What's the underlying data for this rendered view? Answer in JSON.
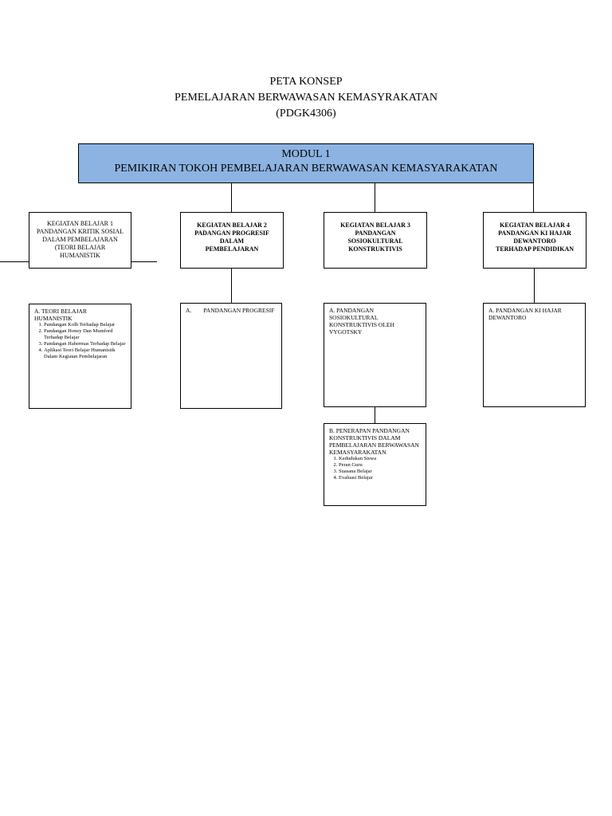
{
  "title": {
    "line1": "PETA KONSEP",
    "line2": "PEMELAJARAN BERWAWASAN  KEMASYRAKATAN",
    "line3": "(PDGK4306)"
  },
  "modul": {
    "line1": "MODUL 1",
    "line2": "PEMIKIRAN TOKOH PEMBELAJARAN BERWAWASAN KEMASYARAKATAN",
    "color": "#8db3e2"
  },
  "kegiatan": [
    {
      "lines": [
        "KEGIATAN BELAJAR 1",
        "PANDANGAN KRITIK SOSIAL",
        "DALAM PEMBELAJARAN",
        "(TEORI BELAJAR",
        "HUMANISTIK"
      ]
    },
    {
      "lines": [
        "KEGIATAN BELAJAR 2",
        "PADANGAN PROGRESIF",
        "DALAM",
        "PEMBELAJARAN"
      ]
    },
    {
      "lines": [
        "KEGIATAN BELAJAR 3",
        "PANDANGAN",
        "SOSIOKULTURAL",
        "KONSTRUKTIVIS"
      ]
    },
    {
      "lines": [
        "KEGIATAN BELAJAR 4",
        "PANDANGAN KI HAJAR",
        "DEWANTORO",
        "TERHADAP PENDIDIKAN"
      ]
    }
  ],
  "content": {
    "kb1": {
      "heading": "A. TEORI BELAJAR HUMANISTIK",
      "items": [
        "Pandangan Kolb Terhadap Belajar",
        "Pandangan Honey Dan Mumford Terhadap Belajar",
        "Pandangan Habermas Terhadap Belajar",
        "Aplikasi Teori Belajar Humanistik Dalam Kegiatan Pembelajaran"
      ]
    },
    "kb2": {
      "heading": "A.        PANDANGAN PROGRESIF"
    },
    "kb3a": {
      "heading": "A. PANDANGAN SOSIOKULTURAL KONSTRUKTIVIS OLEH VYGOTSKY"
    },
    "kb3b": {
      "heading": "B. PENERAPAN PANDANGAN KONSTRUKTIVIS DALAM PEMBELAJARAN BERWAWASAN KEMASYARAKATAN",
      "items": [
        "Kedudukan Siswa",
        "Peran Guru",
        "Suasana Belajar",
        "Evaluasi Belajar"
      ]
    },
    "kb4": {
      "heading": "A. PANDANGAN KI HAJAR DEWANTORO"
    }
  }
}
